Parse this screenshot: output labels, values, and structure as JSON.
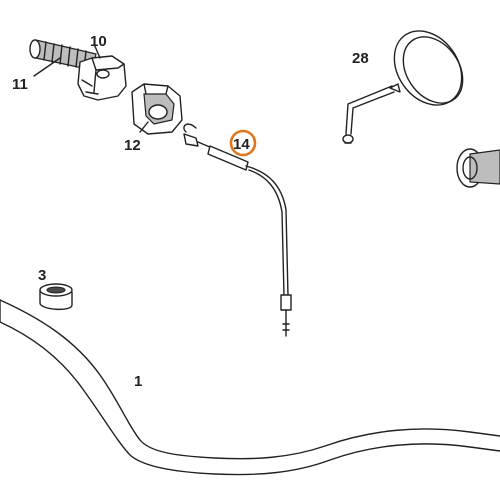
{
  "callouts": {
    "handlebar": "1",
    "bushing": "3",
    "throttle_housing": "10",
    "throttle_grip": "11",
    "housing_cover": "12",
    "throttle_cable": "14",
    "mirror": "28"
  },
  "highlight": {
    "part": "14",
    "ring_color": "#e0761c"
  },
  "colors": {
    "ink": "#222222",
    "shade": "#bdbdbd",
    "dark": "#4a4a4a",
    "background": "#ffffff"
  }
}
